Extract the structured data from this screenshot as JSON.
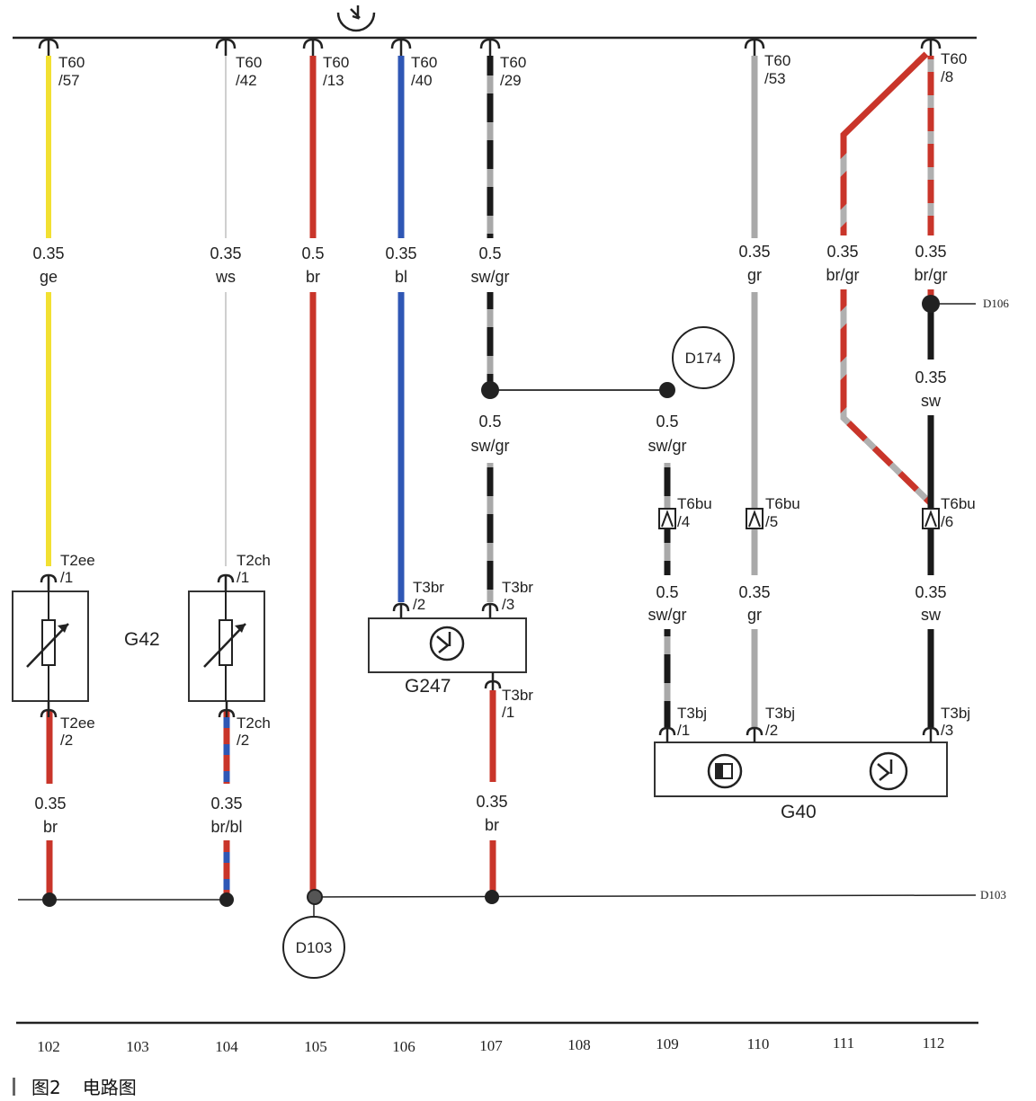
{
  "bus_symbol": "speed-sensor-symbol",
  "top_connectors": [
    {
      "id": "c57",
      "name": "T60",
      "pin": "/57"
    },
    {
      "id": "c42",
      "name": "T60",
      "pin": "/42"
    },
    {
      "id": "c13",
      "name": "T60",
      "pin": "/13"
    },
    {
      "id": "c40",
      "name": "T60",
      "pin": "/40"
    },
    {
      "id": "c29",
      "name": "T60",
      "pin": "/29"
    },
    {
      "id": "c53",
      "name": "T60",
      "pin": "/53"
    },
    {
      "id": "c8",
      "name": "T60",
      "pin": "/8"
    }
  ],
  "wire_labels": [
    {
      "id": "w102",
      "size": "0.35",
      "color": "ge"
    },
    {
      "id": "w104",
      "size": "0.35",
      "color": "ws"
    },
    {
      "id": "w105",
      "size": "0.5",
      "color": "br"
    },
    {
      "id": "w106",
      "size": "0.35",
      "color": "bl"
    },
    {
      "id": "w107",
      "size": "0.5",
      "color": "sw/gr"
    },
    {
      "id": "w110",
      "size": "0.35",
      "color": "gr"
    },
    {
      "id": "w111",
      "size": "0.35",
      "color": "br/gr"
    },
    {
      "id": "w112",
      "size": "0.35",
      "color": "br/gr"
    },
    {
      "id": "w112b",
      "size": "0.35",
      "color": "sw"
    },
    {
      "id": "w107b",
      "size": "0.5",
      "color": "sw/gr"
    },
    {
      "id": "w109",
      "size": "0.5",
      "color": "sw/gr"
    },
    {
      "id": "w109b",
      "size": "0.5",
      "color": "sw/gr"
    },
    {
      "id": "w110b",
      "size": "0.35",
      "color": "gr"
    },
    {
      "id": "w112c",
      "size": "0.35",
      "color": "sw"
    },
    {
      "id": "w102b",
      "size": "0.35",
      "color": "br"
    },
    {
      "id": "w104b",
      "size": "0.35",
      "color": "br/bl"
    },
    {
      "id": "w107c",
      "size": "0.35",
      "color": "br"
    }
  ],
  "pin_labels": [
    {
      "id": "p1",
      "name": "T2ee",
      "pin": "/1"
    },
    {
      "id": "p2",
      "name": "T2ch",
      "pin": "/1"
    },
    {
      "id": "p3",
      "name": "T3br",
      "pin": "/2"
    },
    {
      "id": "p4",
      "name": "T3br",
      "pin": "/3"
    },
    {
      "id": "p5",
      "name": "T2ee",
      "pin": "/2"
    },
    {
      "id": "p6",
      "name": "T2ch",
      "pin": "/2"
    },
    {
      "id": "p7",
      "name": "T3br",
      "pin": "/1"
    },
    {
      "id": "p8",
      "name": "T6bu",
      "pin": "/4"
    },
    {
      "id": "p9",
      "name": "T6bu",
      "pin": "/5"
    },
    {
      "id": "p10",
      "name": "T6bu",
      "pin": "/6"
    },
    {
      "id": "p11",
      "name": "T3bj",
      "pin": "/1"
    },
    {
      "id": "p12",
      "name": "T3bj",
      "pin": "/2"
    },
    {
      "id": "p13",
      "name": "T3bj",
      "pin": "/3"
    }
  ],
  "components": {
    "g42": "G42",
    "g247": "G247",
    "g40": "G40"
  },
  "refs": {
    "d106": "D106",
    "d103": "D103",
    "d174": "D174",
    "d103c": "D103"
  },
  "columns": [
    "102",
    "103",
    "104",
    "105",
    "106",
    "107",
    "108",
    "109",
    "110",
    "111",
    "112"
  ],
  "caption": {
    "figure": "图2",
    "title": "电路图"
  },
  "colors": {
    "ge": "#f2e032",
    "ws": "#d8d8d8",
    "br": "#c9352a",
    "bl": "#2f57b5",
    "sw": "#1a1a1a",
    "gr": "#a9a9a9",
    "line": "#222222"
  }
}
